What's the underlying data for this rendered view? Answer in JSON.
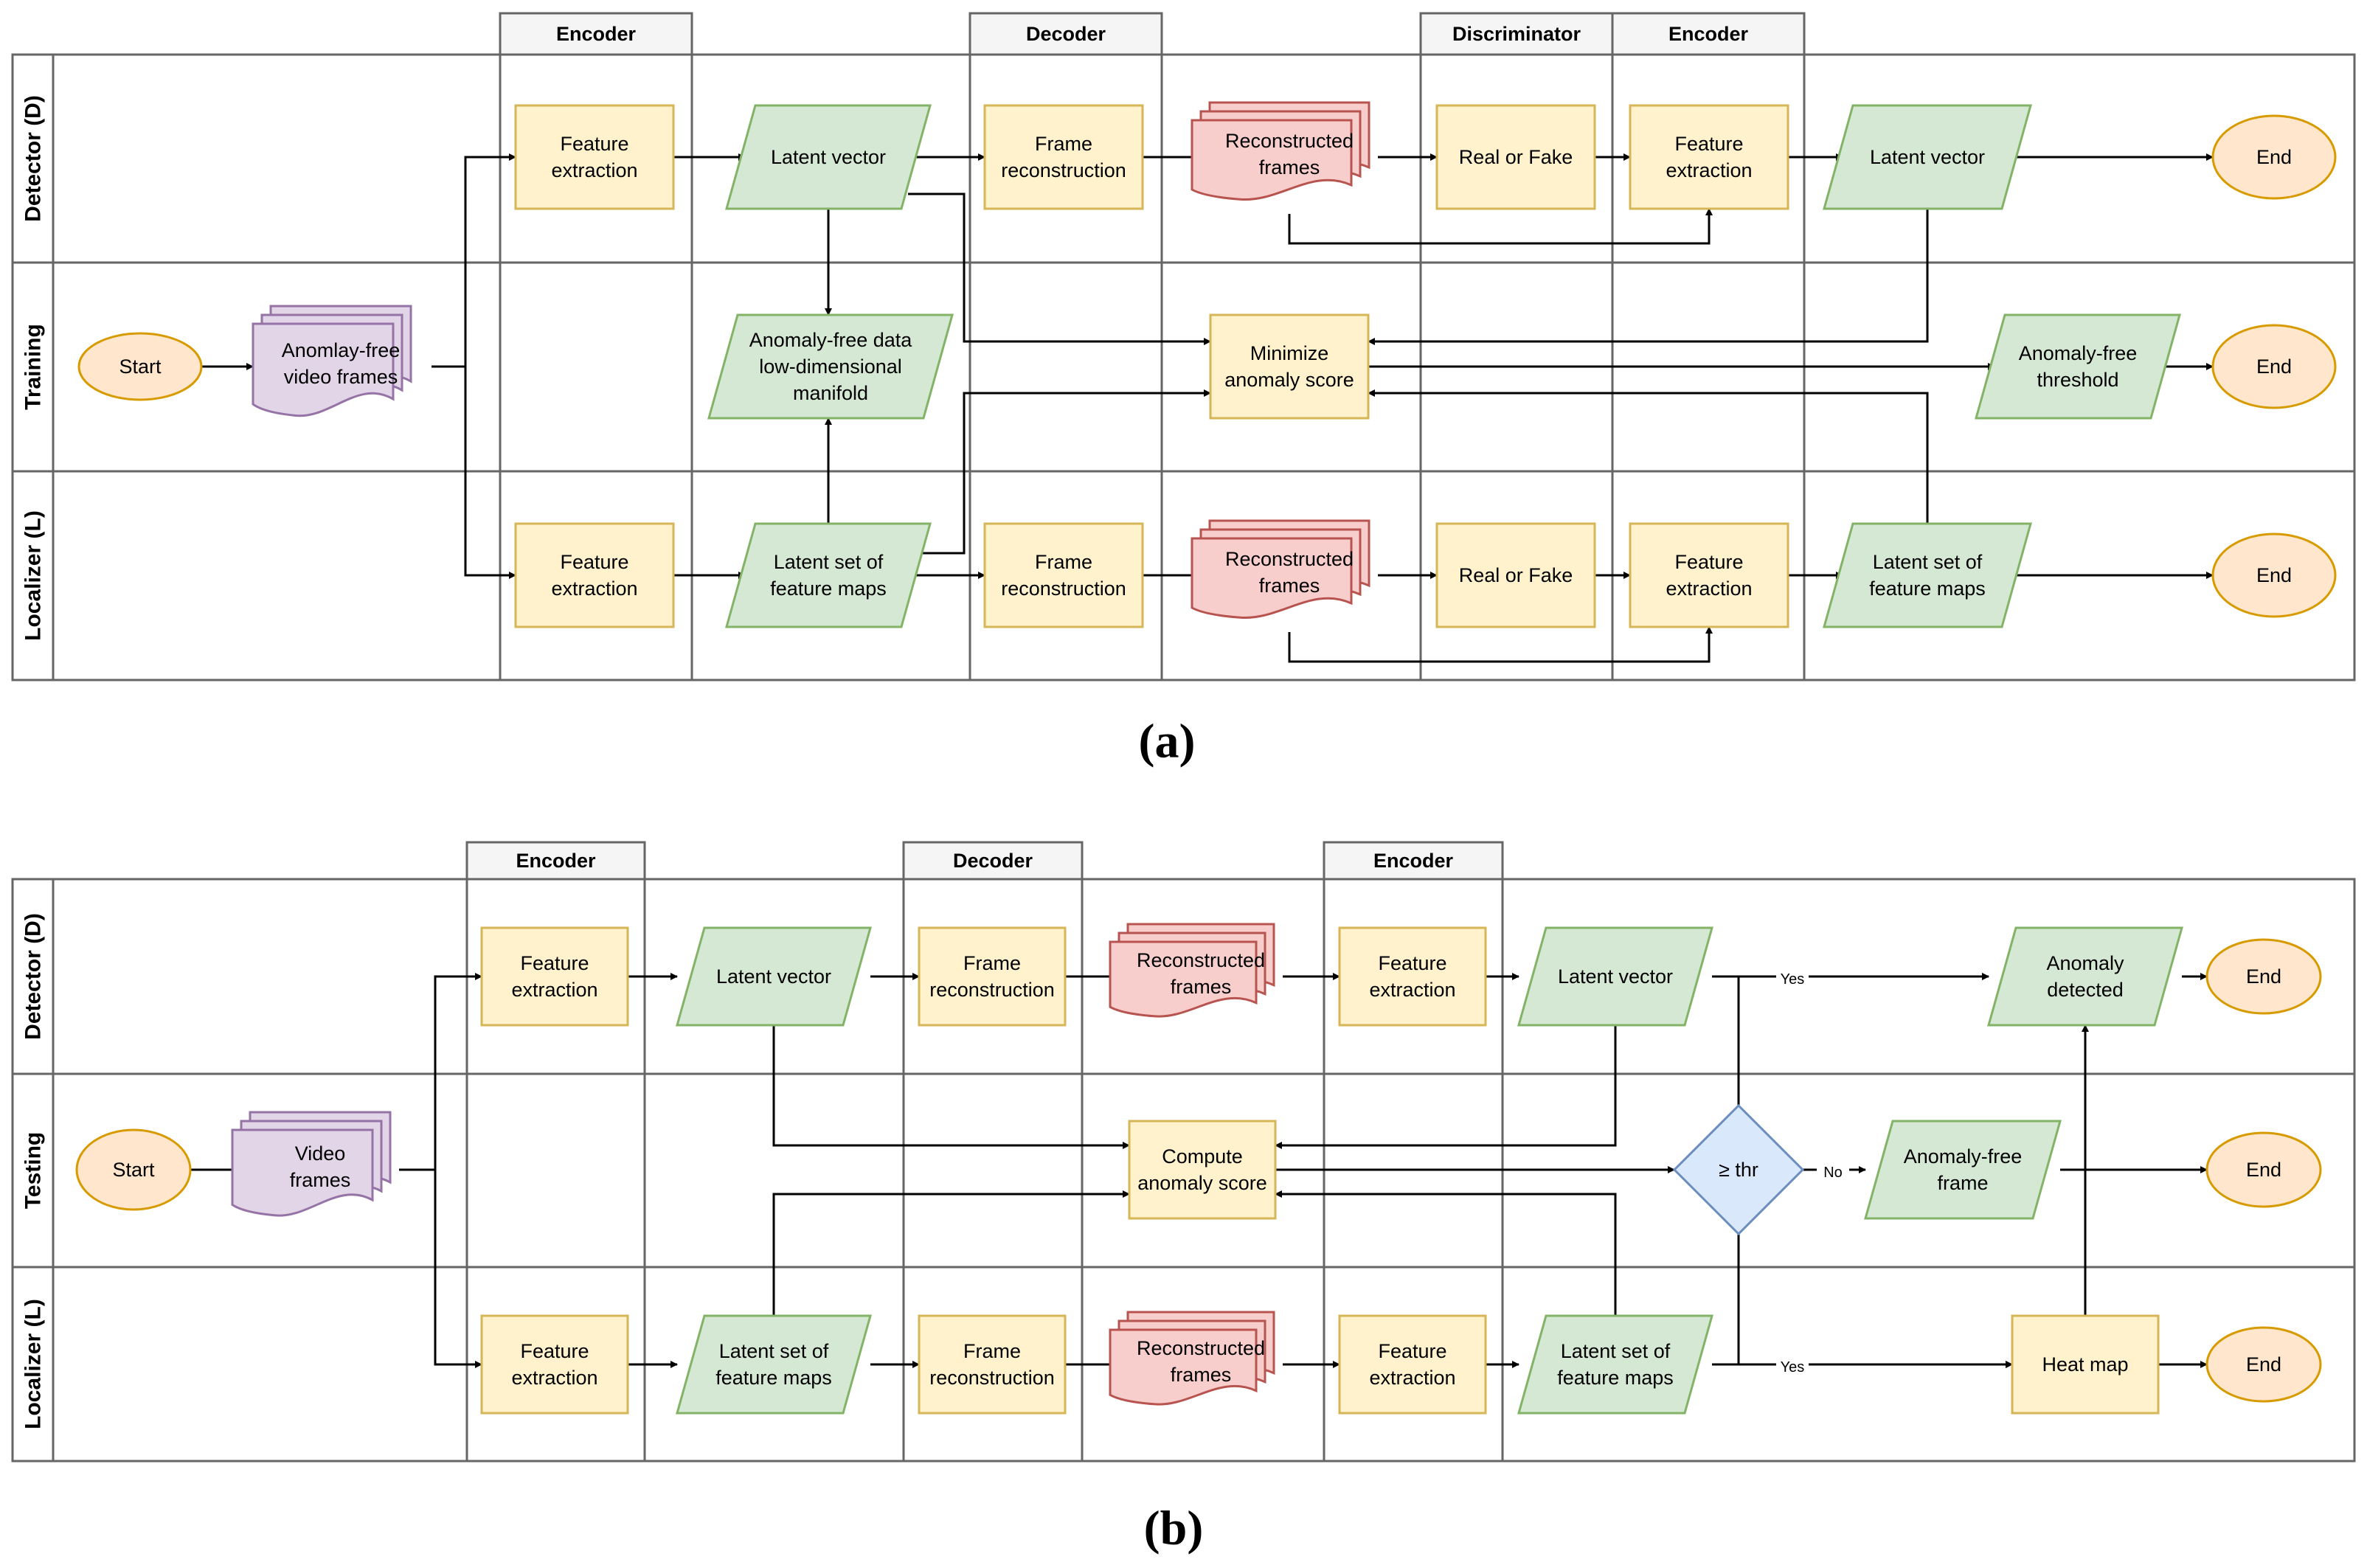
{
  "colors": {
    "terminal_fill": "#ffe6cc",
    "terminal_stroke": "#d79b00",
    "process_fill": "#fff2cc",
    "process_stroke": "#d6b656",
    "data_fill": "#d5e8d4",
    "data_stroke": "#82b366",
    "input_fill": "#e1d5e7",
    "input_stroke": "#9673a6",
    "recon_fill": "#f8cecc",
    "recon_stroke": "#b85450",
    "decision_fill": "#dae8fc",
    "decision_stroke": "#6c8ebf",
    "lane_stroke": "#666666",
    "header_fill": "#f5f5f5",
    "line": "#000000"
  },
  "panels": [
    {
      "label": "(a)",
      "lanes": [
        "Detector (D)",
        "Training",
        "Localizer (L)"
      ],
      "columns": [
        "Encoder",
        "Decoder",
        "Discriminator",
        "Encoder"
      ],
      "nodes": [
        {
          "id": "start",
          "shape": "terminal",
          "lines": [
            "Start"
          ]
        },
        {
          "id": "frames",
          "shape": "input",
          "lines": [
            "Anomlay-free",
            "video frames"
          ]
        },
        {
          "id": "fe_d",
          "shape": "process",
          "lines": [
            "Feature",
            "extraction"
          ]
        },
        {
          "id": "lv_d",
          "shape": "data",
          "lines": [
            "Latent vector"
          ]
        },
        {
          "id": "fr_d",
          "shape": "process",
          "lines": [
            "Frame",
            "reconstruction"
          ]
        },
        {
          "id": "rf_d",
          "shape": "recon",
          "lines": [
            "Reconstructed",
            "frames"
          ]
        },
        {
          "id": "rof_d",
          "shape": "process",
          "lines": [
            "Real or Fake"
          ]
        },
        {
          "id": "fe2_d",
          "shape": "process",
          "lines": [
            "Feature",
            "extraction"
          ]
        },
        {
          "id": "lv2_d",
          "shape": "data",
          "lines": [
            "Latent vector"
          ]
        },
        {
          "id": "end_d",
          "shape": "terminal",
          "lines": [
            "End"
          ]
        },
        {
          "id": "manifold",
          "shape": "data",
          "lines": [
            "Anomaly-free data",
            "low-dimensional",
            "manifold"
          ]
        },
        {
          "id": "minimize",
          "shape": "process",
          "lines": [
            "Minimize",
            "anomaly score"
          ]
        },
        {
          "id": "threshold",
          "shape": "data",
          "lines": [
            "Anomaly-free",
            "threshold"
          ]
        },
        {
          "id": "end_t",
          "shape": "terminal",
          "lines": [
            "End"
          ]
        },
        {
          "id": "fe_l",
          "shape": "process",
          "lines": [
            "Feature",
            "extraction"
          ]
        },
        {
          "id": "ls_l",
          "shape": "data",
          "lines": [
            "Latent set of",
            "feature maps"
          ]
        },
        {
          "id": "fr_l",
          "shape": "process",
          "lines": [
            "Frame",
            "reconstruction"
          ]
        },
        {
          "id": "rf_l",
          "shape": "recon",
          "lines": [
            "Reconstructed",
            "frames"
          ]
        },
        {
          "id": "rof_l",
          "shape": "process",
          "lines": [
            "Real or Fake"
          ]
        },
        {
          "id": "fe2_l",
          "shape": "process",
          "lines": [
            "Feature",
            "extraction"
          ]
        },
        {
          "id": "ls2_l",
          "shape": "data",
          "lines": [
            "Latent set of",
            "feature maps"
          ]
        },
        {
          "id": "end_l",
          "shape": "terminal",
          "lines": [
            "End"
          ]
        }
      ],
      "edge_labels": []
    },
    {
      "label": "(b)",
      "lanes": [
        "Detector (D)",
        "Testing",
        "Localizer (L)"
      ],
      "columns": [
        "Encoder",
        "Decoder",
        "Encoder"
      ],
      "nodes": [
        {
          "id": "start",
          "shape": "terminal",
          "lines": [
            "Start"
          ]
        },
        {
          "id": "frames",
          "shape": "input",
          "lines": [
            "Video",
            "frames"
          ]
        },
        {
          "id": "fe_d",
          "shape": "process",
          "lines": [
            "Feature",
            "extraction"
          ]
        },
        {
          "id": "lv_d",
          "shape": "data",
          "lines": [
            "Latent vector"
          ]
        },
        {
          "id": "fr_d",
          "shape": "process",
          "lines": [
            "Frame",
            "reconstruction"
          ]
        },
        {
          "id": "rf_d",
          "shape": "recon",
          "lines": [
            "Reconstructed",
            "frames"
          ]
        },
        {
          "id": "fe2_d",
          "shape": "process",
          "lines": [
            "Feature",
            "extraction"
          ]
        },
        {
          "id": "lv2_d",
          "shape": "data",
          "lines": [
            "Latent vector"
          ]
        },
        {
          "id": "detected",
          "shape": "data",
          "lines": [
            "Anomaly",
            "detected"
          ]
        },
        {
          "id": "end_d",
          "shape": "terminal",
          "lines": [
            "End"
          ]
        },
        {
          "id": "compute",
          "shape": "process",
          "lines": [
            "Compute",
            "anomaly score"
          ]
        },
        {
          "id": "thr",
          "shape": "decision",
          "lines": [
            "≥ thr"
          ]
        },
        {
          "id": "af_frame",
          "shape": "data",
          "lines": [
            "Anomaly-free",
            "frame"
          ]
        },
        {
          "id": "end_t",
          "shape": "terminal",
          "lines": [
            "End"
          ]
        },
        {
          "id": "fe_l",
          "shape": "process",
          "lines": [
            "Feature",
            "extraction"
          ]
        },
        {
          "id": "ls_l",
          "shape": "data",
          "lines": [
            "Latent set of",
            "feature maps"
          ]
        },
        {
          "id": "fr_l",
          "shape": "process",
          "lines": [
            "Frame",
            "reconstruction"
          ]
        },
        {
          "id": "rf_l",
          "shape": "recon",
          "lines": [
            "Reconstructed",
            "frames"
          ]
        },
        {
          "id": "fe2_l",
          "shape": "process",
          "lines": [
            "Feature",
            "extraction"
          ]
        },
        {
          "id": "ls2_l",
          "shape": "data",
          "lines": [
            "Latent set of",
            "feature maps"
          ]
        },
        {
          "id": "heatmap",
          "shape": "process",
          "lines": [
            "Heat map"
          ]
        },
        {
          "id": "end_l",
          "shape": "terminal",
          "lines": [
            "End"
          ]
        }
      ],
      "edge_labels": [
        {
          "id": "yes_top",
          "text": "Yes"
        },
        {
          "id": "no_mid",
          "text": "No"
        },
        {
          "id": "yes_bot",
          "text": "Yes"
        }
      ]
    }
  ]
}
